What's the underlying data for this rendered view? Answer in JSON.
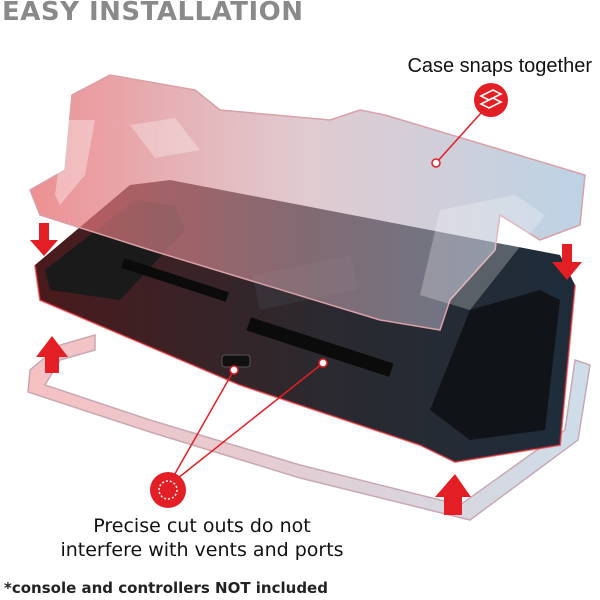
{
  "title": "EASY INSTALLATION",
  "callouts": {
    "top": "Case snaps together",
    "bottom_line1": "Precise cut outs do not",
    "bottom_line2": "interfere with vents and ports"
  },
  "footnote": {
    "prefix": "*console and controllers ",
    "emphasis": "NOT",
    "suffix": " included"
  },
  "colors": {
    "accent_red": "#e31e24",
    "title_gray": "#8a8a8a",
    "case_red": "#e8888a",
    "case_blue": "#9bb8cf"
  },
  "icons": [
    "case-snap-icon",
    "cutout-icon",
    "arrow-down-icon",
    "arrow-up-icon"
  ]
}
